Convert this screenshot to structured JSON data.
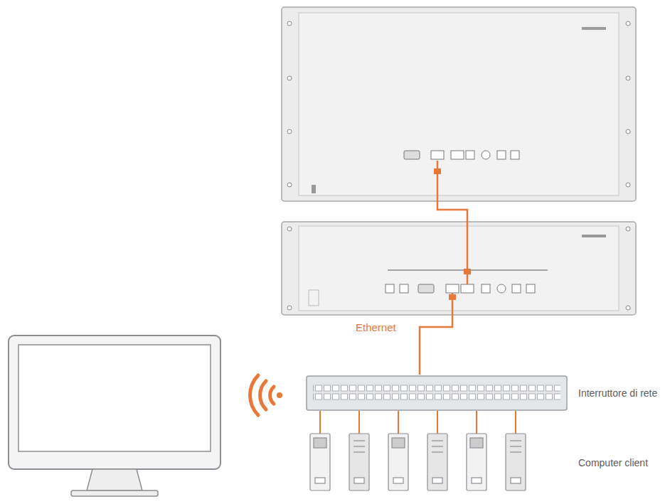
{
  "diagram": {
    "nodes": [
      {
        "text": [
          "Interruttore di rete"
        ]
      }
    ],
    "labels": [
      "Ethernet",
      "Computer client"
    ]
  }
}
